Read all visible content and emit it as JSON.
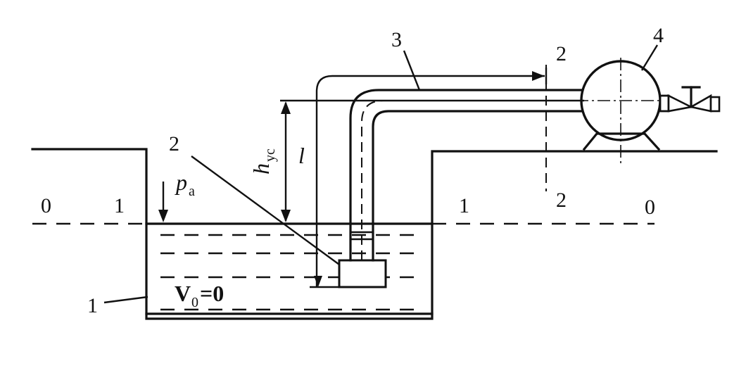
{
  "labels": {
    "section_0_left": "0",
    "section_1_left": "1",
    "section_1_right": "1",
    "section_0_right": "0",
    "section_2_top": "2",
    "section_2_bottom": "2",
    "leader_2": "2",
    "part_1": "1",
    "part_3": "3",
    "part_4": "4",
    "height_l": "l",
    "height_h_main": "h",
    "height_h_sub": "ус",
    "pressure_p": "p",
    "pressure_sub": "а",
    "velocity_v": "V",
    "velocity_sub": "0",
    "velocity_eq": "=0"
  }
}
